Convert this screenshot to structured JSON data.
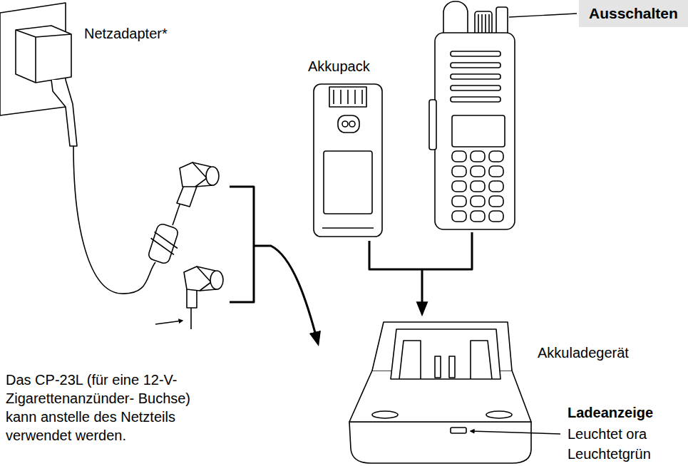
{
  "diagram": {
    "nodes": [
      {
        "text": [
          "Ausschalten"
        ]
      }
    ],
    "labels": [
      "Netzadapter*",
      "Akkupack",
      "Akkuladegerät",
      "Das CP-23L (für eine 12-V-Zigarettenanzünder- Buchse) kann anstelle des Netzteils verwendet werden.",
      "Ladeanzeige",
      "Leuchtet ora",
      "Leuchtetgrün"
    ]
  }
}
